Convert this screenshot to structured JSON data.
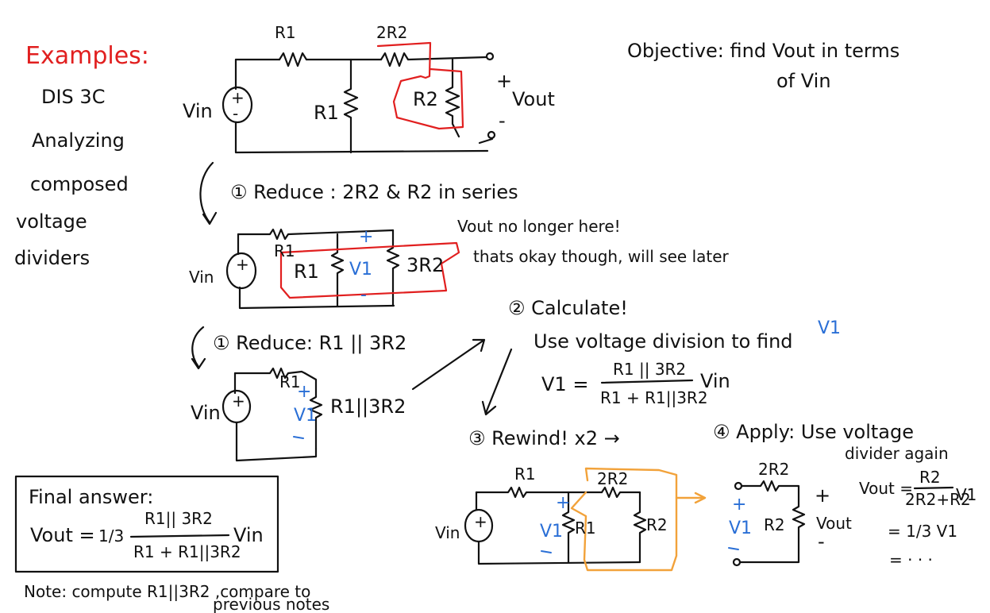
{
  "left_notes": {
    "heading": "Examples:",
    "lines": [
      "DIS 3C",
      "Analyzing",
      "composed",
      "voltage",
      "dividers"
    ]
  },
  "objective": {
    "line1": "Objective: find Vout in terms",
    "line2": "of Vin"
  },
  "circuit1": {
    "source_label": "Vin",
    "top_resistor": "R1",
    "shunt_resistor": "R1",
    "series_resistor": "2R2",
    "out_resistor": "R2",
    "out_plus": "+",
    "out_minus": "-",
    "out_label": "Vout"
  },
  "step1a": {
    "text": "① Reduce : 2R2 & R2 in series",
    "note1": "Vout no longer here!",
    "note2": "thats okay though, will see later"
  },
  "circuit2": {
    "source_label": "Vin",
    "top_resistor": "R1",
    "r_a": "R1",
    "v_label": "V1",
    "r_b": "3R2",
    "plus": "+",
    "minus": "-"
  },
  "step1b": {
    "text": "① Reduce:  R1 || 3R2"
  },
  "circuit3": {
    "source_label": "Vin",
    "top_resistor": "R1",
    "v_label": "V1",
    "plus": "+",
    "r_out": "R1||3R2"
  },
  "step2": {
    "title": "② Calculate!",
    "line": "Use voltage division to find",
    "target": "V1",
    "eq_lhs": "V1 =",
    "eq_num": "R1 || 3R2",
    "eq_den": "R1 + R1||3R2",
    "eq_tail": "Vin"
  },
  "step3": {
    "text": "③ Rewind!  x2  →",
    "step4": "④ Apply: Use voltage",
    "step4b": "divider again"
  },
  "circuit4": {
    "source_label": "Vin",
    "top_r1": "R1",
    "top_r2": "2R2",
    "v_label": "V1",
    "plus": "+",
    "mid_r": "R1",
    "right_r": "R2"
  },
  "circuit5": {
    "top_r": "2R2",
    "v_label": "V1",
    "plus_left": "+",
    "r": "R2",
    "plus_right": "+",
    "out_label": "Vout",
    "minus": "-"
  },
  "divider_eq": {
    "lhs": "Vout =",
    "num": "R2",
    "den": "2R2+R2",
    "tail": "V1",
    "line2": "= 1/3 V1",
    "line3": "= · · ·"
  },
  "final_box": {
    "title": "Final   answer:",
    "lhs": "Vout =",
    "coef": "1/3",
    "num": "R1|| 3R2",
    "den": "R1 + R1||3R2",
    "tail": "Vin"
  },
  "footnote": {
    "text": "Note: compute R1||3R2 ,compare to",
    "text2": "previous notes"
  },
  "colors": {
    "ink": "#111111",
    "red": "#e11f1f",
    "blue": "#2a6fd6",
    "orange": "#f2a23a"
  }
}
